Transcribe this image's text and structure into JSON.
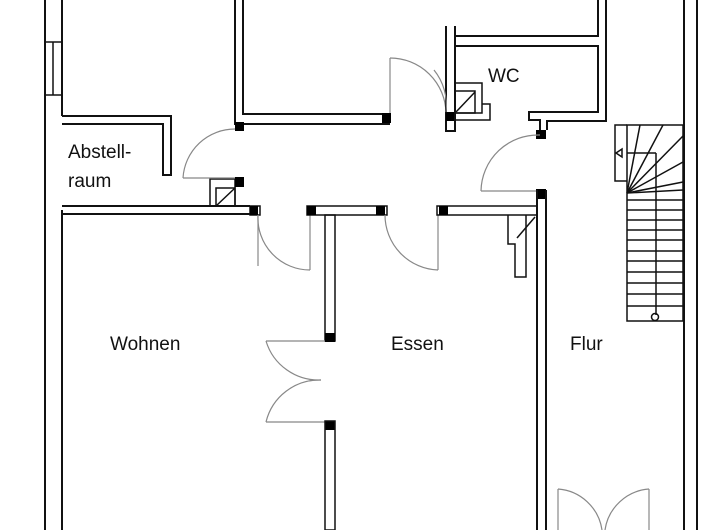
{
  "plan": {
    "rooms": [
      {
        "id": "abstellraum",
        "label_lines": [
          "Abstell-",
          "raum"
        ]
      },
      {
        "id": "wc",
        "label": "WC"
      },
      {
        "id": "wohnen",
        "label": "Wohnen"
      },
      {
        "id": "essen",
        "label": "Essen"
      },
      {
        "id": "flur",
        "label": "Flur"
      }
    ],
    "colors": {
      "wall": "#111111",
      "door_swing": "#888888",
      "background": "#ffffff"
    }
  }
}
